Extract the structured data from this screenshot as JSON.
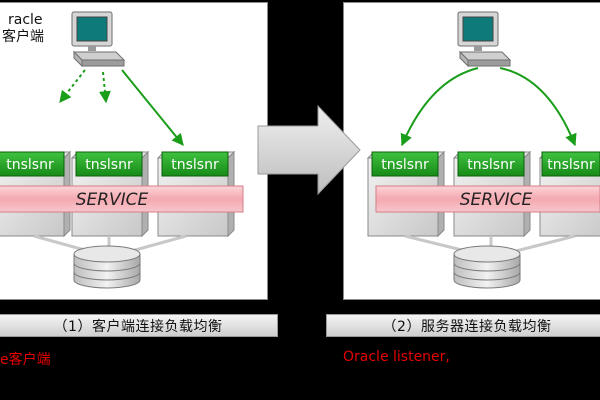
{
  "left_panel": {
    "client_label_line1": "racle",
    "client_label_line2": "客户端",
    "listeners": [
      "tnslsnr",
      "tnslsnr",
      "tnslsnr"
    ],
    "service_label": "SERVICE",
    "caption": "（1）客户端连接负载均衡",
    "note": "e客户端"
  },
  "right_panel": {
    "listeners": [
      "tnslsnr",
      "tnslsnr",
      "tnslsnr"
    ],
    "service_label": "SERVICE",
    "caption": "（2）服务器连接负载均衡",
    "note": "Oracle listener,"
  },
  "colors": {
    "listener_green": "#2fae2f",
    "arrow_green": "#1a9e1a",
    "service_pink": "#f6b7bd",
    "note_red": "#e60000"
  },
  "icons": [
    "computer-icon",
    "database-icon",
    "big-arrow-icon"
  ]
}
